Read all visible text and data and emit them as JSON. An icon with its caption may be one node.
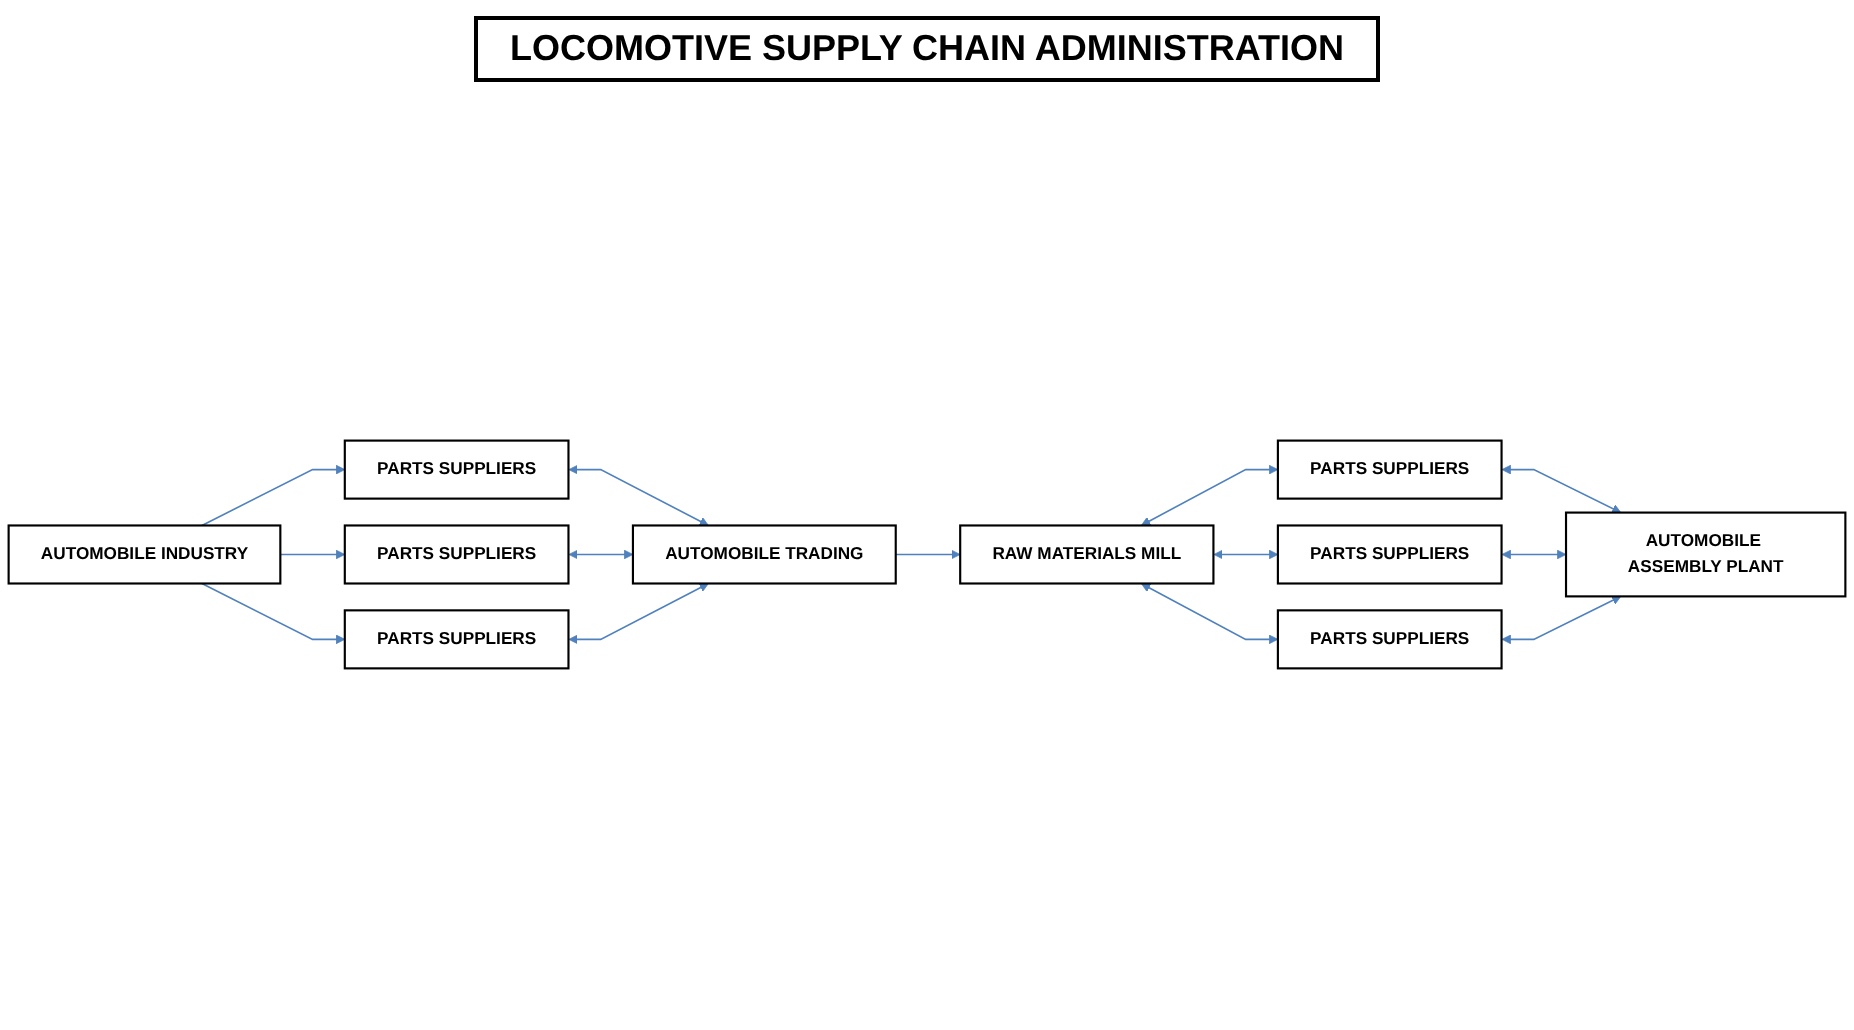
{
  "diagram": {
    "title": "LOCOMOTIVE SUPPLY CHAIN ADMINISTRATION",
    "nodes": [
      {
        "text": [
          "AUTOMOBILE INDUSTRY"
        ]
      },
      {
        "text": [
          "PARTS SUPPLIERS"
        ]
      },
      {
        "text": [
          "PARTS SUPPLIERS"
        ]
      },
      {
        "text": [
          "PARTS SUPPLIERS"
        ]
      },
      {
        "text": [
          "AUTOMOBILE TRADING"
        ]
      },
      {
        "text": [
          "RAW MATERIALS MILL"
        ]
      },
      {
        "text": [
          "PARTS SUPPLIERS"
        ]
      },
      {
        "text": [
          "PARTS SUPPLIERS"
        ]
      },
      {
        "text": [
          "PARTS SUPPLIERS"
        ]
      },
      {
        "text": [
          "AUTOMOBILE ASSEMBLY PLANT"
        ]
      }
    ],
    "edges": [
      {
        "from": 0,
        "to": 1,
        "arrow": "to"
      },
      {
        "from": 0,
        "to": 2,
        "arrow": "to"
      },
      {
        "from": 0,
        "to": 3,
        "arrow": "to"
      },
      {
        "from": 1,
        "to": 4,
        "arrow": "both"
      },
      {
        "from": 2,
        "to": 4,
        "arrow": "both"
      },
      {
        "from": 3,
        "to": 4,
        "arrow": "both"
      },
      {
        "from": 4,
        "to": 5,
        "arrow": "to"
      },
      {
        "from": 5,
        "to": 6,
        "arrow": "both"
      },
      {
        "from": 5,
        "to": 7,
        "arrow": "both"
      },
      {
        "from": 5,
        "to": 8,
        "arrow": "both"
      },
      {
        "from": 6,
        "to": 9,
        "arrow": "both"
      },
      {
        "from": 7,
        "to": 9,
        "arrow": "both"
      },
      {
        "from": 8,
        "to": 9,
        "arrow": "both"
      }
    ]
  }
}
